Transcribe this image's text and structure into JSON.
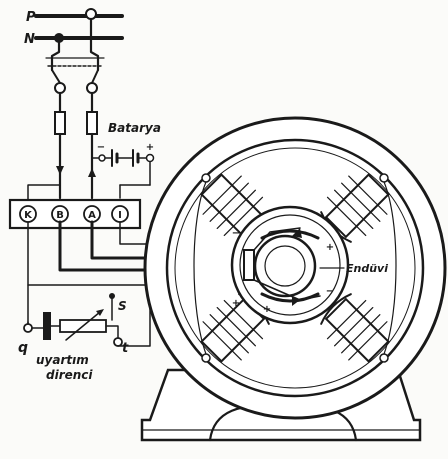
{
  "labels": {
    "bus_p": "P",
    "bus_n": "N",
    "battery": "Batarya",
    "rotor": "Endüvi",
    "terminal_s": "S",
    "terminal_q": "q",
    "terminal_t": "t",
    "resistor_line1": "uyartım",
    "resistor_line2": "direnci"
  },
  "terminals": [
    "K",
    "B",
    "A",
    "I"
  ],
  "symbols": {
    "plus": "+",
    "minus": "−"
  },
  "colors": {
    "ink": "#1a1a1a",
    "paper": "#fbfbf9"
  }
}
